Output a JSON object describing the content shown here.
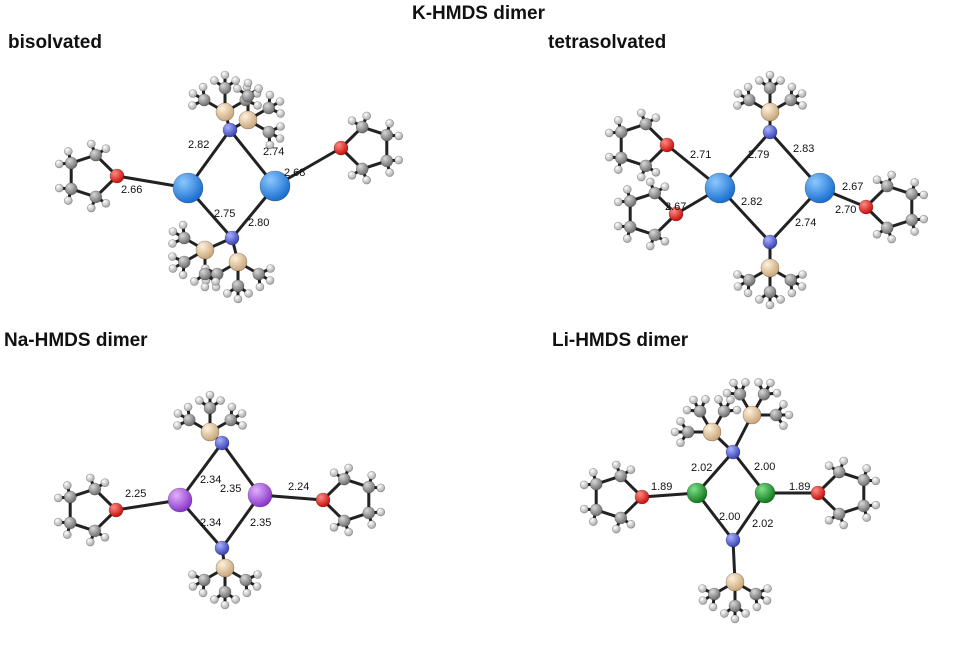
{
  "header": {
    "title": "K-HMDS dimer"
  },
  "panels": [
    {
      "id": "bis",
      "label": "bisolvated",
      "distances": [
        "2.82",
        "2.74",
        "2.66",
        "2.68",
        "2.75",
        "2.80"
      ]
    },
    {
      "id": "tetra",
      "label": "tetrasolvated",
      "distances": [
        "2.71",
        "2.79",
        "2.83",
        "2.67",
        "2.67",
        "2.70",
        "2.82",
        "2.74"
      ]
    },
    {
      "id": "na",
      "label": "Na-HMDS dimer",
      "distances": [
        "2.25",
        "2.34",
        "2.35",
        "2.24",
        "2.34",
        "2.35"
      ]
    },
    {
      "id": "li",
      "label": "Li-HMDS dimer",
      "distances": [
        "2.02",
        "2.00",
        "1.89",
        "1.89",
        "2.00",
        "2.02"
      ]
    }
  ],
  "colors": {
    "potassium": "#1a7fe0",
    "sodium": "#a54be0",
    "lithium": "#1e8f2a",
    "nitrogen": "#4a55c8",
    "oxygen": "#e0201c",
    "silicon": "#e3c9a0",
    "carbon": "#8a8a8a",
    "hydrogen": "#e8e8e8"
  }
}
